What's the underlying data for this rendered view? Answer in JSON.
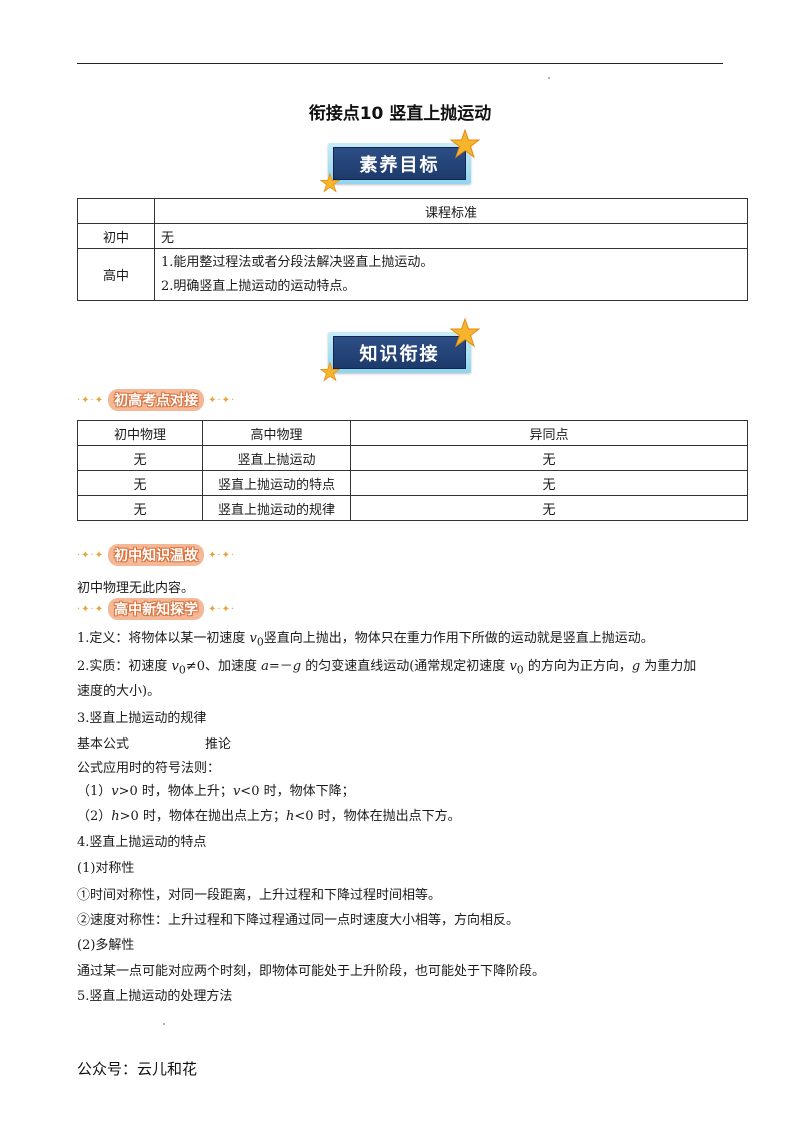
{
  "document": {
    "title": "衔接点10  竖直上抛运动",
    "footer": "公众号：云儿和花"
  },
  "banners": {
    "goals": "素养目标",
    "knowledge": "知识衔接"
  },
  "standards_table": {
    "header": "课程标准",
    "rows": [
      {
        "level": "初中",
        "lines": [
          "无"
        ]
      },
      {
        "level": "高中",
        "lines": [
          "1.能用整过程法或者分段法解决竖直上抛运动。",
          "2.明确竖直上抛运动的运动特点。"
        ]
      }
    ]
  },
  "sections": {
    "exam_points": "初高考点对接",
    "junior_review": "初中知识温故",
    "senior_explore": "高中新知探学"
  },
  "compare_table": {
    "headers": [
      "初中物理",
      "高中物理",
      "异同点"
    ],
    "rows": [
      [
        "无",
        "竖直上抛运动",
        "无"
      ],
      [
        "无",
        "竖直上抛运动的特点",
        "无"
      ],
      [
        "无",
        "竖直上抛运动的规律",
        "无"
      ]
    ]
  },
  "content": {
    "junior_text": "初中物理无此内容。",
    "def_a": "1.定义：将物体以某一初速度 ",
    "def_var": "v",
    "def_sub": "0",
    "def_b": "竖直向上抛出，物体只在重力作用下所做的运动就是竖直上抛运动。",
    "nature_a": "2.实质：初速度 ",
    "nature_v": "v",
    "nature_sub": "0",
    "nature_b": "≠0、加速度 ",
    "nature_acc": "a",
    "nature_c": "=－",
    "nature_g": "g",
    "nature_d": " 的匀变速直线运动(通常规定初速度 ",
    "nature_v2": "v",
    "nature_sub2": "0",
    "nature_e": " 的方向为正方向，",
    "nature_g2": "g",
    "nature_f": " 为重力加",
    "nature_cont": "速度的大小)。",
    "law_title": "3.竖直上抛运动的规律",
    "basic_formula": "基本公式",
    "inference": "推论",
    "sign_rule": "公式应用时的符号法则：",
    "rule1_a": "（1）",
    "rule1_v": "v",
    "rule1_b": ">0 时，物体上升；",
    "rule1_v2": "v",
    "rule1_c": "<0 时，物体下降；",
    "rule2_a": "（2）",
    "rule2_h": "h",
    "rule2_b": ">0 时，物体在抛出点上方；",
    "rule2_h2": "h",
    "rule2_c": "<0 时，物体在抛出点下方。",
    "feature_title": "4.竖直上抛运动的特点",
    "symmetry": "(1)对称性",
    "sym_time": "①时间对称性，对同一段距离，上升过程和下降过程时间相等。",
    "sym_speed": "②速度对称性：上升过程和下降过程通过同一点时速度大小相等，方向相反。",
    "multi": "(2)多解性",
    "multi_text": "通过某一点可能对应两个时刻，即物体可能处于上升阶段，也可能处于下降阶段。",
    "method_title": "5.竖直上抛运动的处理方法"
  }
}
